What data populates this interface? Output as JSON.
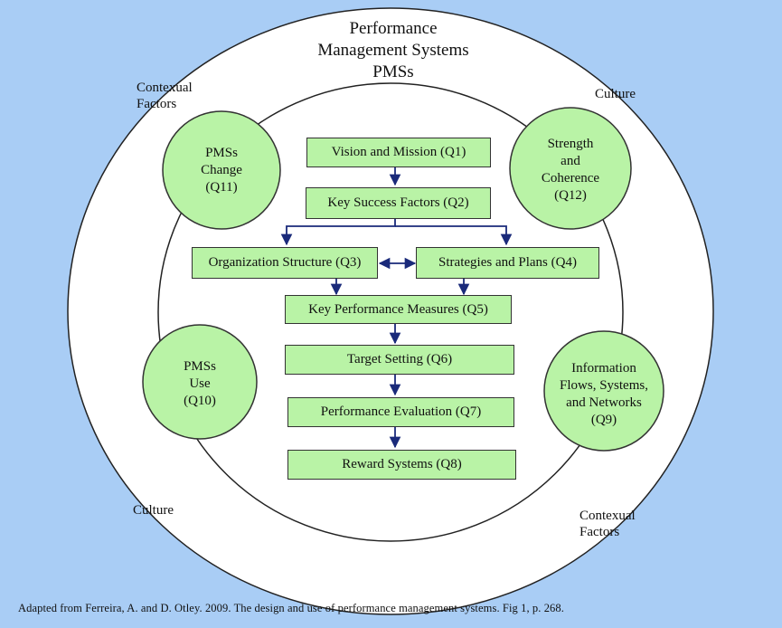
{
  "title": [
    "Performance",
    "Management Systems",
    "PMSs"
  ],
  "outer_labels": {
    "contextual_top_left": [
      "Contexual",
      "Factors"
    ],
    "culture_top_right": "Culture",
    "culture_bottom_left": "Culture",
    "contextual_bottom_right": [
      "Contexual",
      "Factors"
    ]
  },
  "circles": {
    "pmss_change": [
      "PMSs",
      "Change",
      "(Q11)"
    ],
    "strength_coherence": [
      "Strength",
      "and",
      "Coherence",
      "(Q12)"
    ],
    "pmss_use": [
      "PMSs",
      "Use",
      "(Q10)"
    ],
    "information_flows": [
      "Information",
      "Flows, Systems,",
      "and Networks",
      "(Q9)"
    ]
  },
  "boxes": {
    "q1": "Vision and Mission (Q1)",
    "q2": "Key Success Factors (Q2)",
    "q3": "Organization Structure (Q3)",
    "q4": "Strategies and Plans (Q4)",
    "q5": "Key Performance Measures (Q5)",
    "q6": "Target Setting (Q6)",
    "q7": "Performance Evaluation (Q7)",
    "q8": "Reward Systems (Q8)"
  },
  "credit": "Adapted from Ferreira, A. and D. Otley. 2009. The design and use of performance management systems. Fig 1, p. 268.",
  "colors": {
    "background": "#a9cdf5",
    "ring": "#ffffff",
    "green": "#b9f3a6",
    "arrow": "#1a2a7a"
  }
}
